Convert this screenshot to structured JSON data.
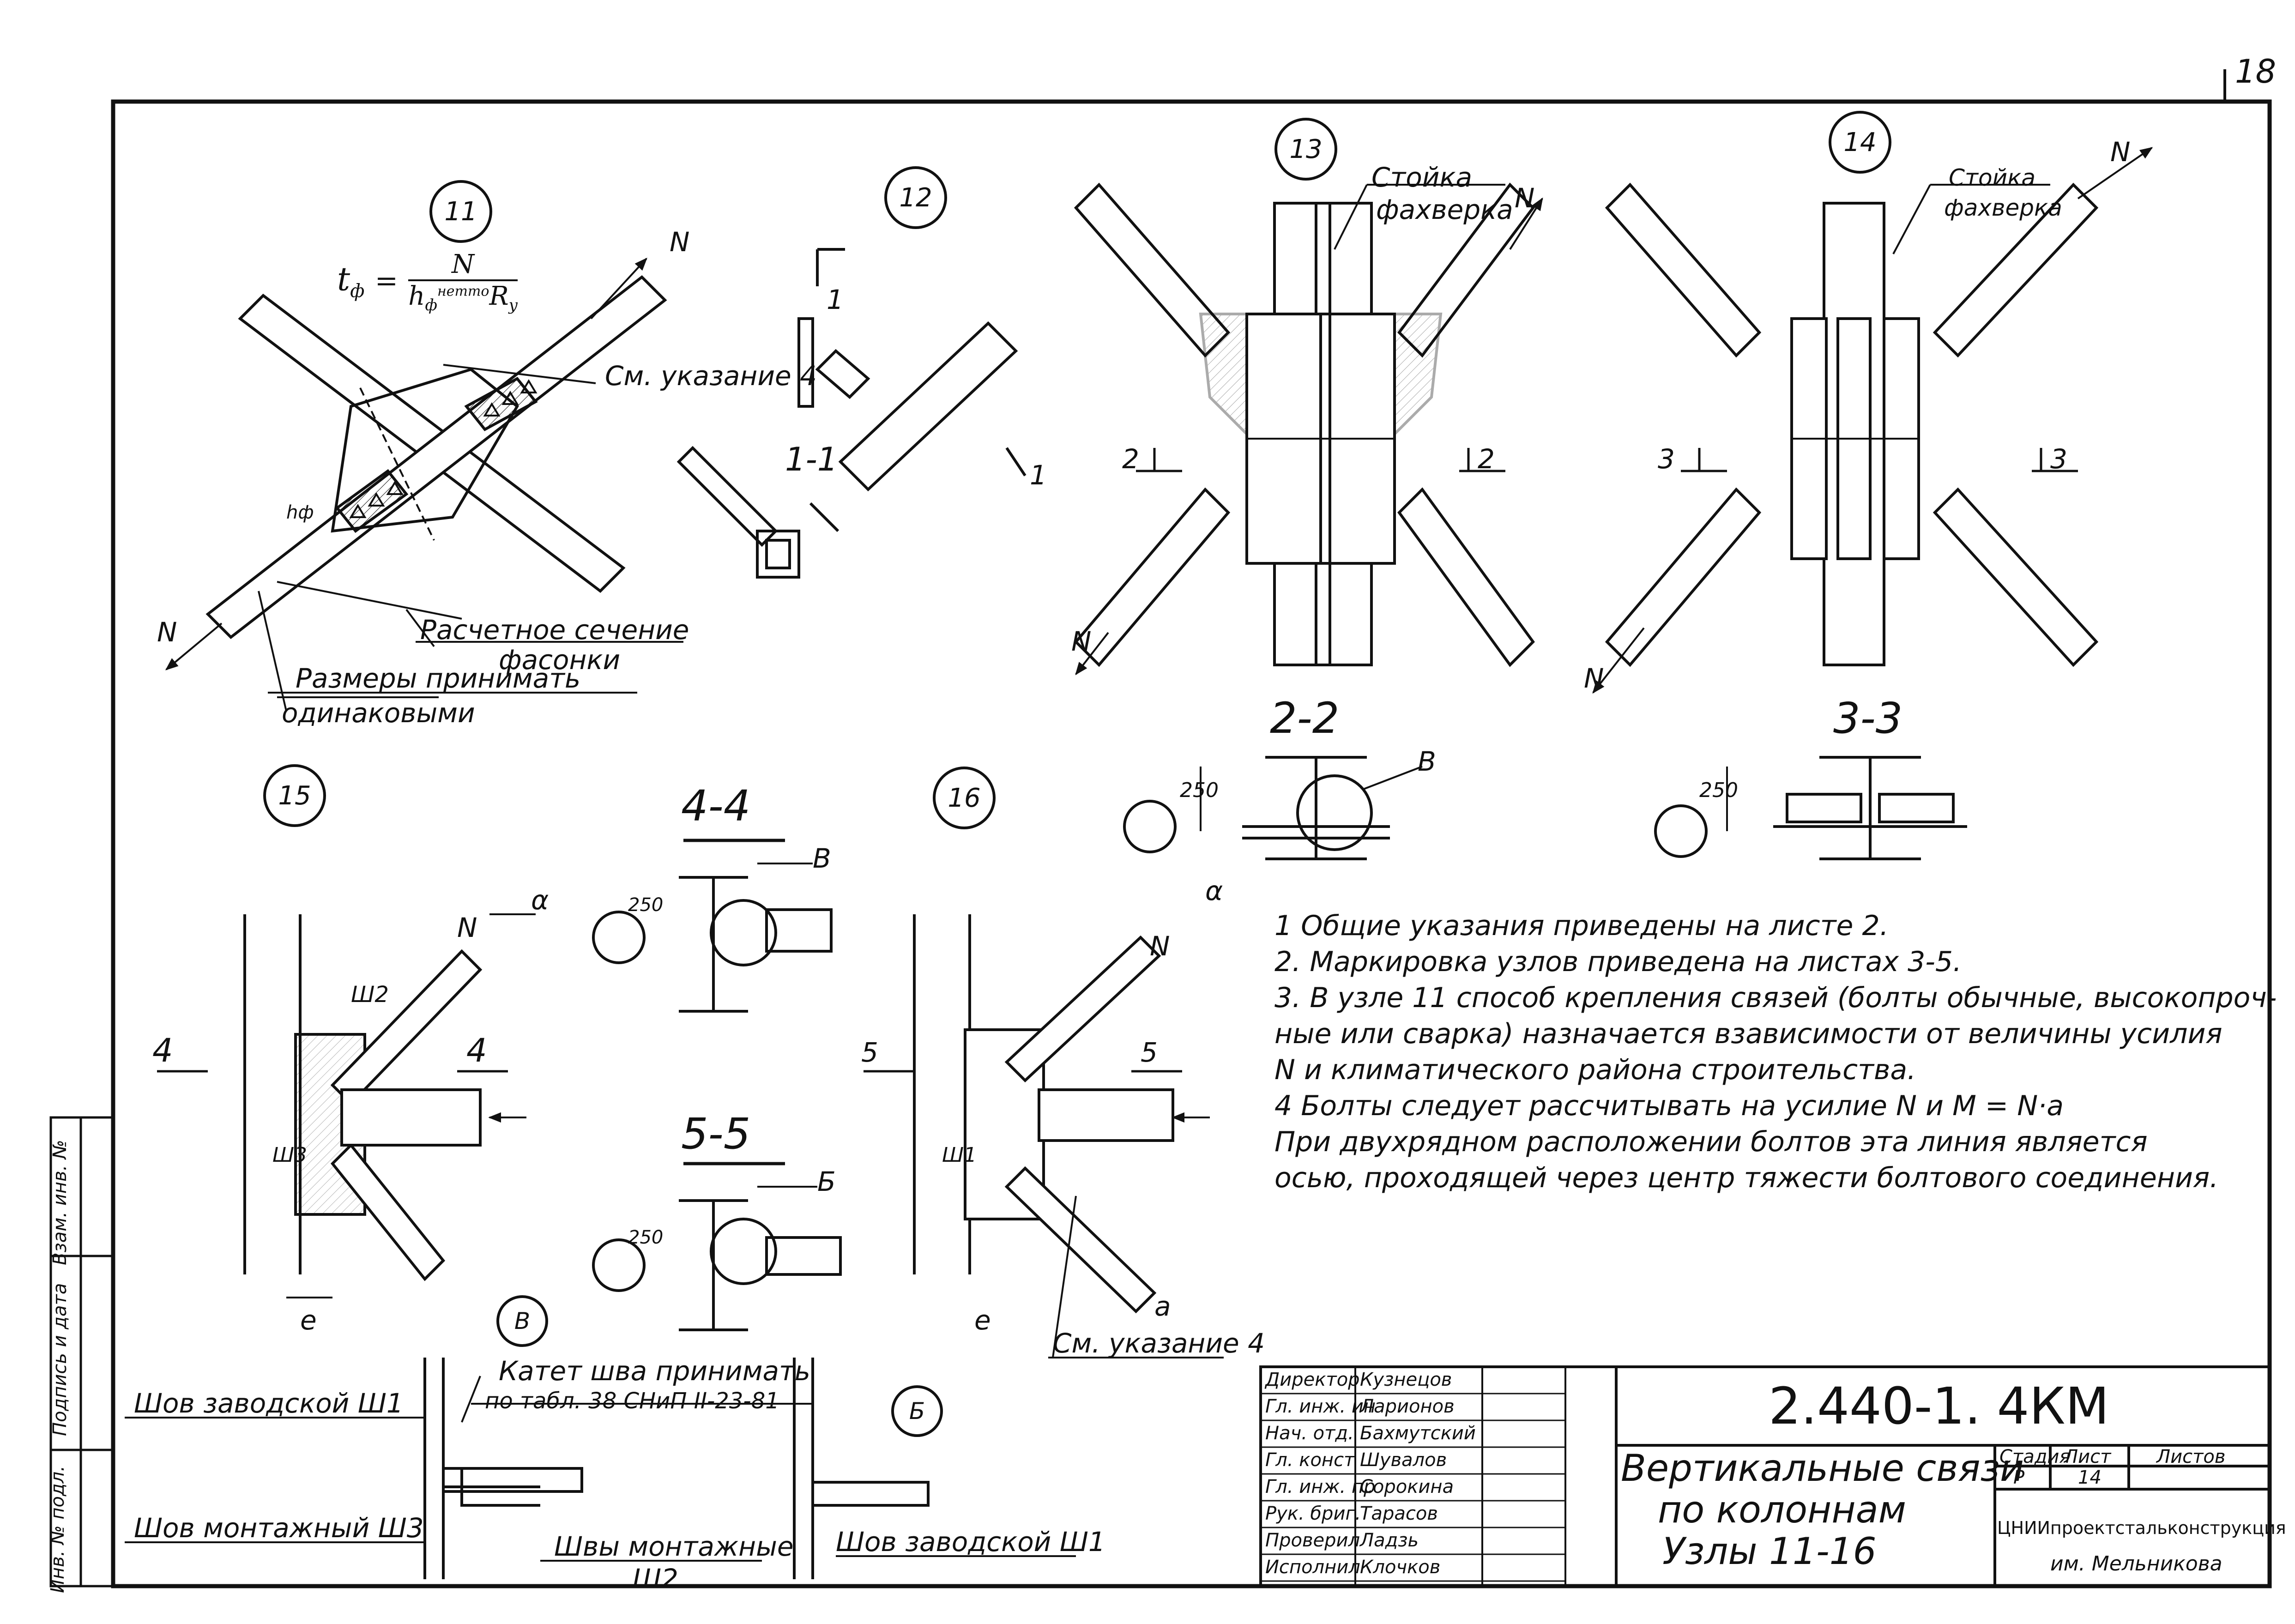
{
  "sheet_number": "18",
  "nodes": [
    "11",
    "12",
    "13",
    "14",
    "15",
    "16"
  ],
  "formula": {
    "lhs": "t",
    "sub": "ф",
    "num": "N",
    "den_h": "h",
    "den_sub": "ф",
    "den_sup": "нетто",
    "den_r": "R",
    "den_rsub": "y"
  },
  "labels": {
    "see_note4_top": "См. указание 4",
    "see_note4_bottom": "См. указание 4",
    "calc_section_1": "Расчетное сечение",
    "calc_section_2": "фасонки",
    "sizes_1": "Размеры принимать",
    "sizes_2": "одинаковыми",
    "h_f": "hф",
    "post_13_1": "Стойка",
    "post_13_2": "фахверка",
    "post_14_1": "Стойка",
    "post_14_2": "фахверка",
    "N": "N",
    "alpha": "α",
    "a": "a",
    "e": "e",
    "sh1": "Ш1",
    "sh2": "Ш2",
    "sh3": "Ш3",
    "dim250": "250",
    "B_upper": "В",
    "B_soft": "Б",
    "cut1": "1",
    "cut2": "2",
    "cut3": "3",
    "cut4": "4",
    "cut5": "5"
  },
  "sections": [
    "1-1",
    "2-2",
    "3-3",
    "4-4",
    "5-5"
  ],
  "detail_marks": [
    "В",
    "Б"
  ],
  "weld_notes": {
    "factory1": "Шов заводской Ш1",
    "mounting3": "Шов монтажный Ш3",
    "leg1": "Катет шва принимать",
    "leg2": "по табл. 38 СНиП II-23-81",
    "mounting2_1": "Швы монтажные",
    "mounting2_2": "Ш2",
    "factory1_b": "Шов заводской Ш1"
  },
  "general_notes": [
    "1  Общие  указания  приведены  на  листе 2.",
    "2.  Маркировка  узлов  приведена  на  листах  3-5.",
    "3.  В узле 11  способ  крепления  связей  (болты  обычные,  высокопроч-",
    "ные  или  сварка)  назначается  взависимости  от  величины  усилия",
    "N и  климатического  района  строительства.",
    "4  Болты  следует  рассчитывать  на  усилие  N и  M = N·a",
    "При  двухрядном  расположении  болтов  эта  линия  является",
    "осью,  проходящей  через  центр  тяжести  болтового  соединения."
  ],
  "side_stamp": [
    "Инв. № подл.",
    "Подпись и дата",
    "Взам. инв. №"
  ],
  "title_block": {
    "roles": [
      "Директор",
      "Гл. инж. ин",
      "Нач. отд.",
      "Гл. конст",
      "Гл. инж. пр",
      "Рук. бриг.",
      "Проверил",
      "Исполнил"
    ],
    "names": [
      "Кузнецов",
      "Ларионов",
      "Бахмутский",
      "Шувалов",
      "Сорокина",
      "Тарасов",
      "Ладзь",
      "Клочков"
    ],
    "code": "2.440-1. 4КМ",
    "title_1": "Вертикальные связи",
    "title_2": "по колоннам",
    "title_3": "Узлы 11-16",
    "stage_h": "Стадия",
    "sheet_h": "Лист",
    "sheets_h": "Листов",
    "stage": "Р",
    "sheet": "14",
    "sheets": "",
    "org_1": "ЦНИИпроектстальконструкция",
    "org_2": "им. Мельникова"
  }
}
